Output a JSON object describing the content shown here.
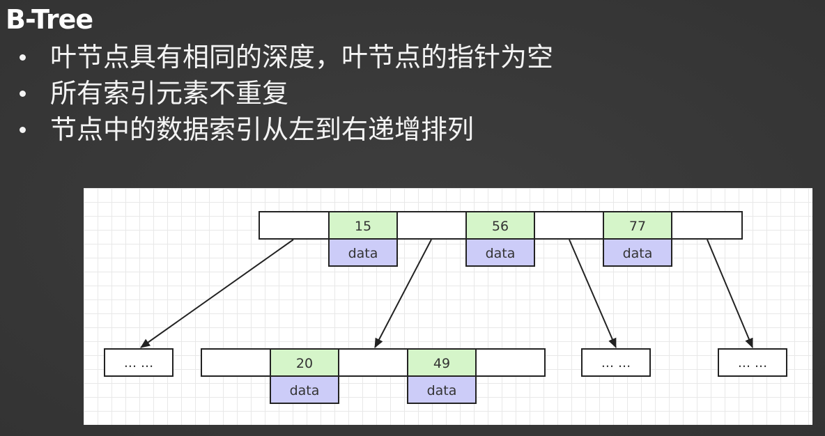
{
  "slide": {
    "title": "B-Tree",
    "bullets": [
      "叶节点具有相同的深度，叶节点的指针为空",
      "所有索引元素不重复",
      "节点中的数据索引从左到右递增排列"
    ]
  },
  "diagram": {
    "root": {
      "keys": [
        "15",
        "56",
        "77"
      ],
      "data_label": "data"
    },
    "children": [
      {
        "label": "... ..."
      },
      {
        "keys": [
          "20",
          "49"
        ],
        "data_label": "data"
      },
      {
        "label": "... ..."
      },
      {
        "label": "... ..."
      }
    ],
    "colors": {
      "key_fill": "#d5f5c9",
      "data_fill": "#ccccf8",
      "line": "#222222"
    }
  }
}
